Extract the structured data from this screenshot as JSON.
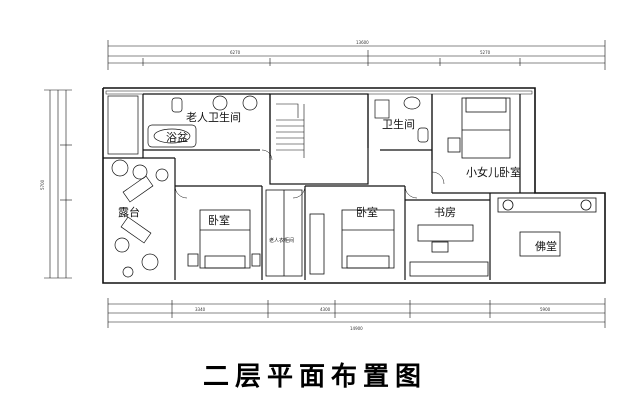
{
  "title": "二层平面布置图",
  "rooms": {
    "elder_bathroom": "老人卫生间",
    "bathtub": "浴盆",
    "bathroom": "卫生间",
    "girl_bedroom": "小女儿卧室",
    "terrace": "露台",
    "bedroom_left": "卧室",
    "bedroom_mid": "卧室",
    "study": "书房",
    "buddha_hall": "佛堂",
    "elder_wardrobe": "老人衣柜间"
  },
  "dimensions": {
    "top_total": "13600",
    "top_a": "6270",
    "top_b": "5270",
    "bottom_total": "14900",
    "bottom_a": "3340",
    "bottom_b": "4300",
    "bottom_c": "5900",
    "left_total": "5700"
  }
}
